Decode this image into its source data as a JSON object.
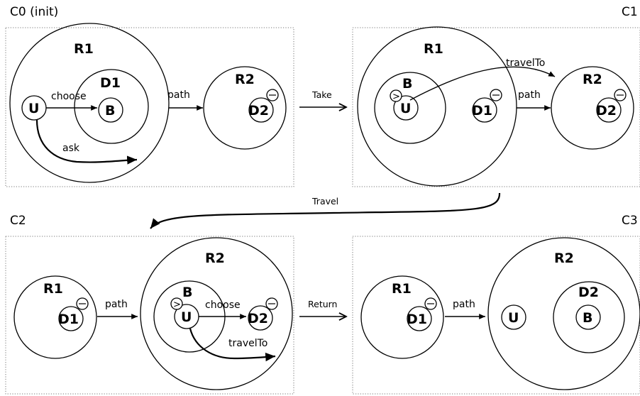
{
  "configs": {
    "c0": {
      "title": "C0 (init)",
      "R1": "R1",
      "R2": "R2",
      "D1": "D1",
      "D2": "D2",
      "U": "U",
      "B": "B",
      "choose": "choose",
      "ask": "ask",
      "path": "path",
      "d2_mark": "⊖"
    },
    "c1": {
      "title": "C1",
      "R1": "R1",
      "R2": "R2",
      "B": "B",
      "U": "U",
      "D1": "D1",
      "D2": "D2",
      "travelTo": "travelTo",
      "path": "path",
      "u_mark": ">",
      "d1_mark": "⊖",
      "d2_mark": "⊖"
    },
    "c2": {
      "title": "C2",
      "R1": "R1",
      "R2": "R2",
      "D1": "D1",
      "B": "B",
      "U": "U",
      "D2": "D2",
      "choose": "choose",
      "travelTo": "travelTo",
      "path": "path",
      "u_mark": ">",
      "d1_mark": "⊖",
      "d2_mark": "⊖"
    },
    "c3": {
      "title": "C3",
      "R1": "R1",
      "R2": "R2",
      "D1": "D1",
      "D2": "D2",
      "U": "U",
      "B": "B",
      "path": "path",
      "d1_mark": "⊖"
    }
  },
  "transitions": {
    "take": "Take",
    "travel": "Travel",
    "return": "Return"
  }
}
